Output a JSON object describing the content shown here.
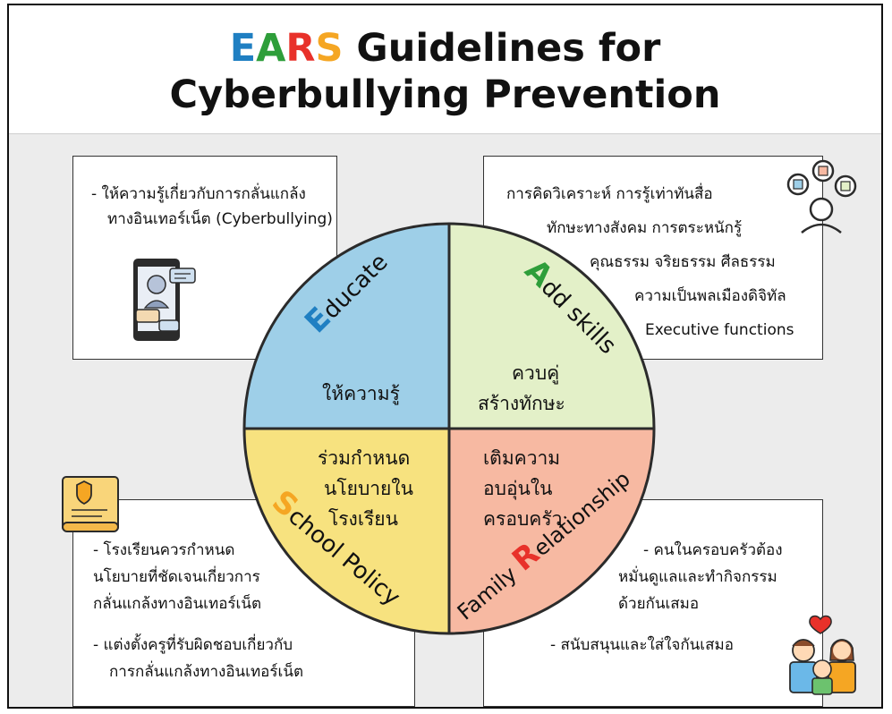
{
  "title": {
    "ears_e": "E",
    "ears_a": "A",
    "ears_r": "R",
    "ears_s": "S",
    "line1_rest": " Guidelines for",
    "line2": "Cyberbullying Prevention"
  },
  "colors": {
    "e": "#1f7fc2",
    "a": "#2e9e3a",
    "r": "#e8312a",
    "s": "#f5a623",
    "educate_fill": "#9ecfe8",
    "add_fill": "#e3f0c8",
    "school_fill": "#f7e27f",
    "family_fill": "#f7b9a2"
  },
  "educate": {
    "quad_initial": "E",
    "quad_rest": "ducate",
    "quad_thai": "ให้ความรู้",
    "box_line1": "- ให้ความรู้เกี่ยวกับการกลั่นแกล้ง",
    "box_line2": "ทางอินเทอร์เน็ต (Cyberbullying)",
    "icon": "phone-chat-icon"
  },
  "add_skills": {
    "quad_initial": "A",
    "quad_rest": "dd skills",
    "quad_thai_1": "ควบคู่",
    "quad_thai_2": "สร้างทักษะ",
    "box_lines": [
      "การคิดวิเคราะห์   การรู้เท่าทันสื่อ",
      "ทักษะทางสังคม   การตระหนักรู้",
      "คุณธรรม จริยธรรม ศีลธรรม",
      "ความเป็นพลเมืองดิจิทัล",
      "Executive functions"
    ],
    "icon": "person-apps-icon"
  },
  "school": {
    "quad_initial": "S",
    "quad_rest": "chool Policy",
    "quad_thai_1": "ร่วมกำหนด",
    "quad_thai_2": "นโยบายใน",
    "quad_thai_3": "โรงเรียน",
    "box_lines": [
      "- โรงเรียนควรกำหนด",
      "นโยบายที่ชัดเจนเกี่ยวการ",
      "กลั่นแกล้งทางอินเทอร์เน็ต",
      "- แต่งตั้งครูที่รับผิดชอบเกี่ยวกับ",
      "การกลั่นแกล้งทางอินเทอร์เน็ต"
    ],
    "icon": "policy-scroll-icon"
  },
  "family": {
    "quad_pre": "Family ",
    "quad_initial": "R",
    "quad_rest": "elationship",
    "quad_thai_1": "เติมความ",
    "quad_thai_2": "อบอุ่นใน",
    "quad_thai_3": "ครอบครัว",
    "box_lines": [
      "- คนในครอบครัวต้อง",
      "หมั่นดูแลและทำกิจกรรม",
      "ด้วยกันเสมอ",
      "- สนับสนุนและใส่ใจกันเสมอ"
    ],
    "icon": "family-heart-icon"
  }
}
